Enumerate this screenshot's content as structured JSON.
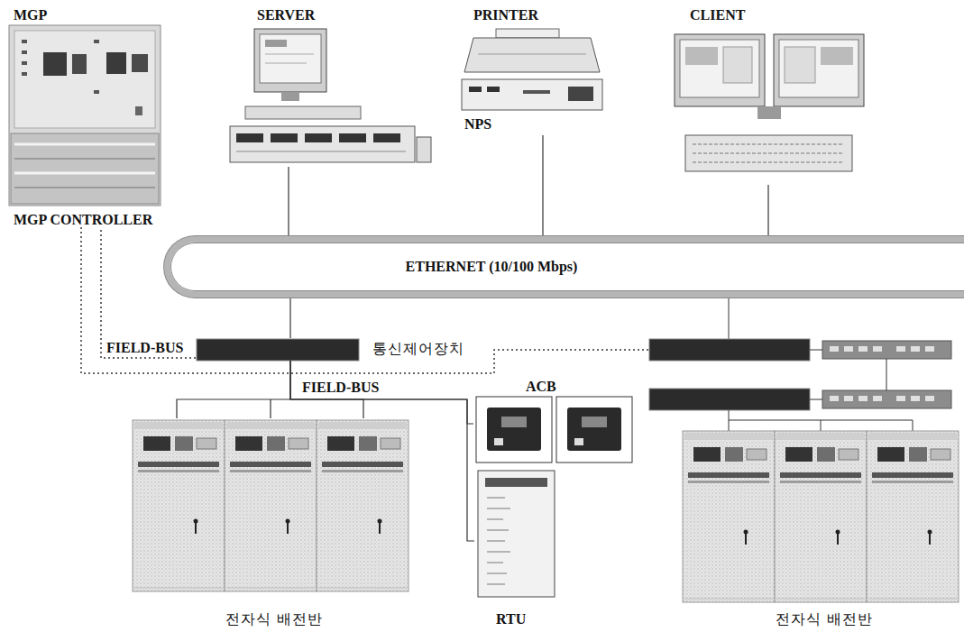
{
  "diagram": {
    "nodes": [
      {
        "text": [
          "MGP",
          "MGP CONTROLLER"
        ]
      },
      {
        "text": [
          "SERVER"
        ]
      },
      {
        "text": [
          "PRINTER",
          "NPS"
        ]
      },
      {
        "text": [
          "CLIENT"
        ]
      },
      {
        "text": [
          "ETHERNET (10/100 Mbps)"
        ]
      },
      {
        "text": [
          "통신제어장치"
        ]
      },
      {
        "text": [
          "ACB"
        ]
      },
      {
        "text": [
          "RTU"
        ]
      },
      {
        "text": [
          "전자식 배전반"
        ]
      },
      {
        "text": [
          "전자식 배전반"
        ]
      }
    ],
    "edges": [
      {
        "from": 1,
        "to": 4,
        "arrow": "none"
      },
      {
        "from": 2,
        "to": 4,
        "arrow": "none"
      },
      {
        "from": 3,
        "to": 4,
        "arrow": "none"
      },
      {
        "from": 4,
        "to": 5,
        "arrow": "none"
      },
      {
        "from": 0,
        "to": 5,
        "label": "FIELD-BUS",
        "arrow": "none"
      },
      {
        "from": 5,
        "to": 8,
        "arrow": "none"
      },
      {
        "from": 5,
        "to": 6,
        "arrow": "none"
      },
      {
        "from": 5,
        "to": 7,
        "arrow": "none"
      }
    ],
    "labels": [
      "FIELD-BUS"
    ]
  }
}
